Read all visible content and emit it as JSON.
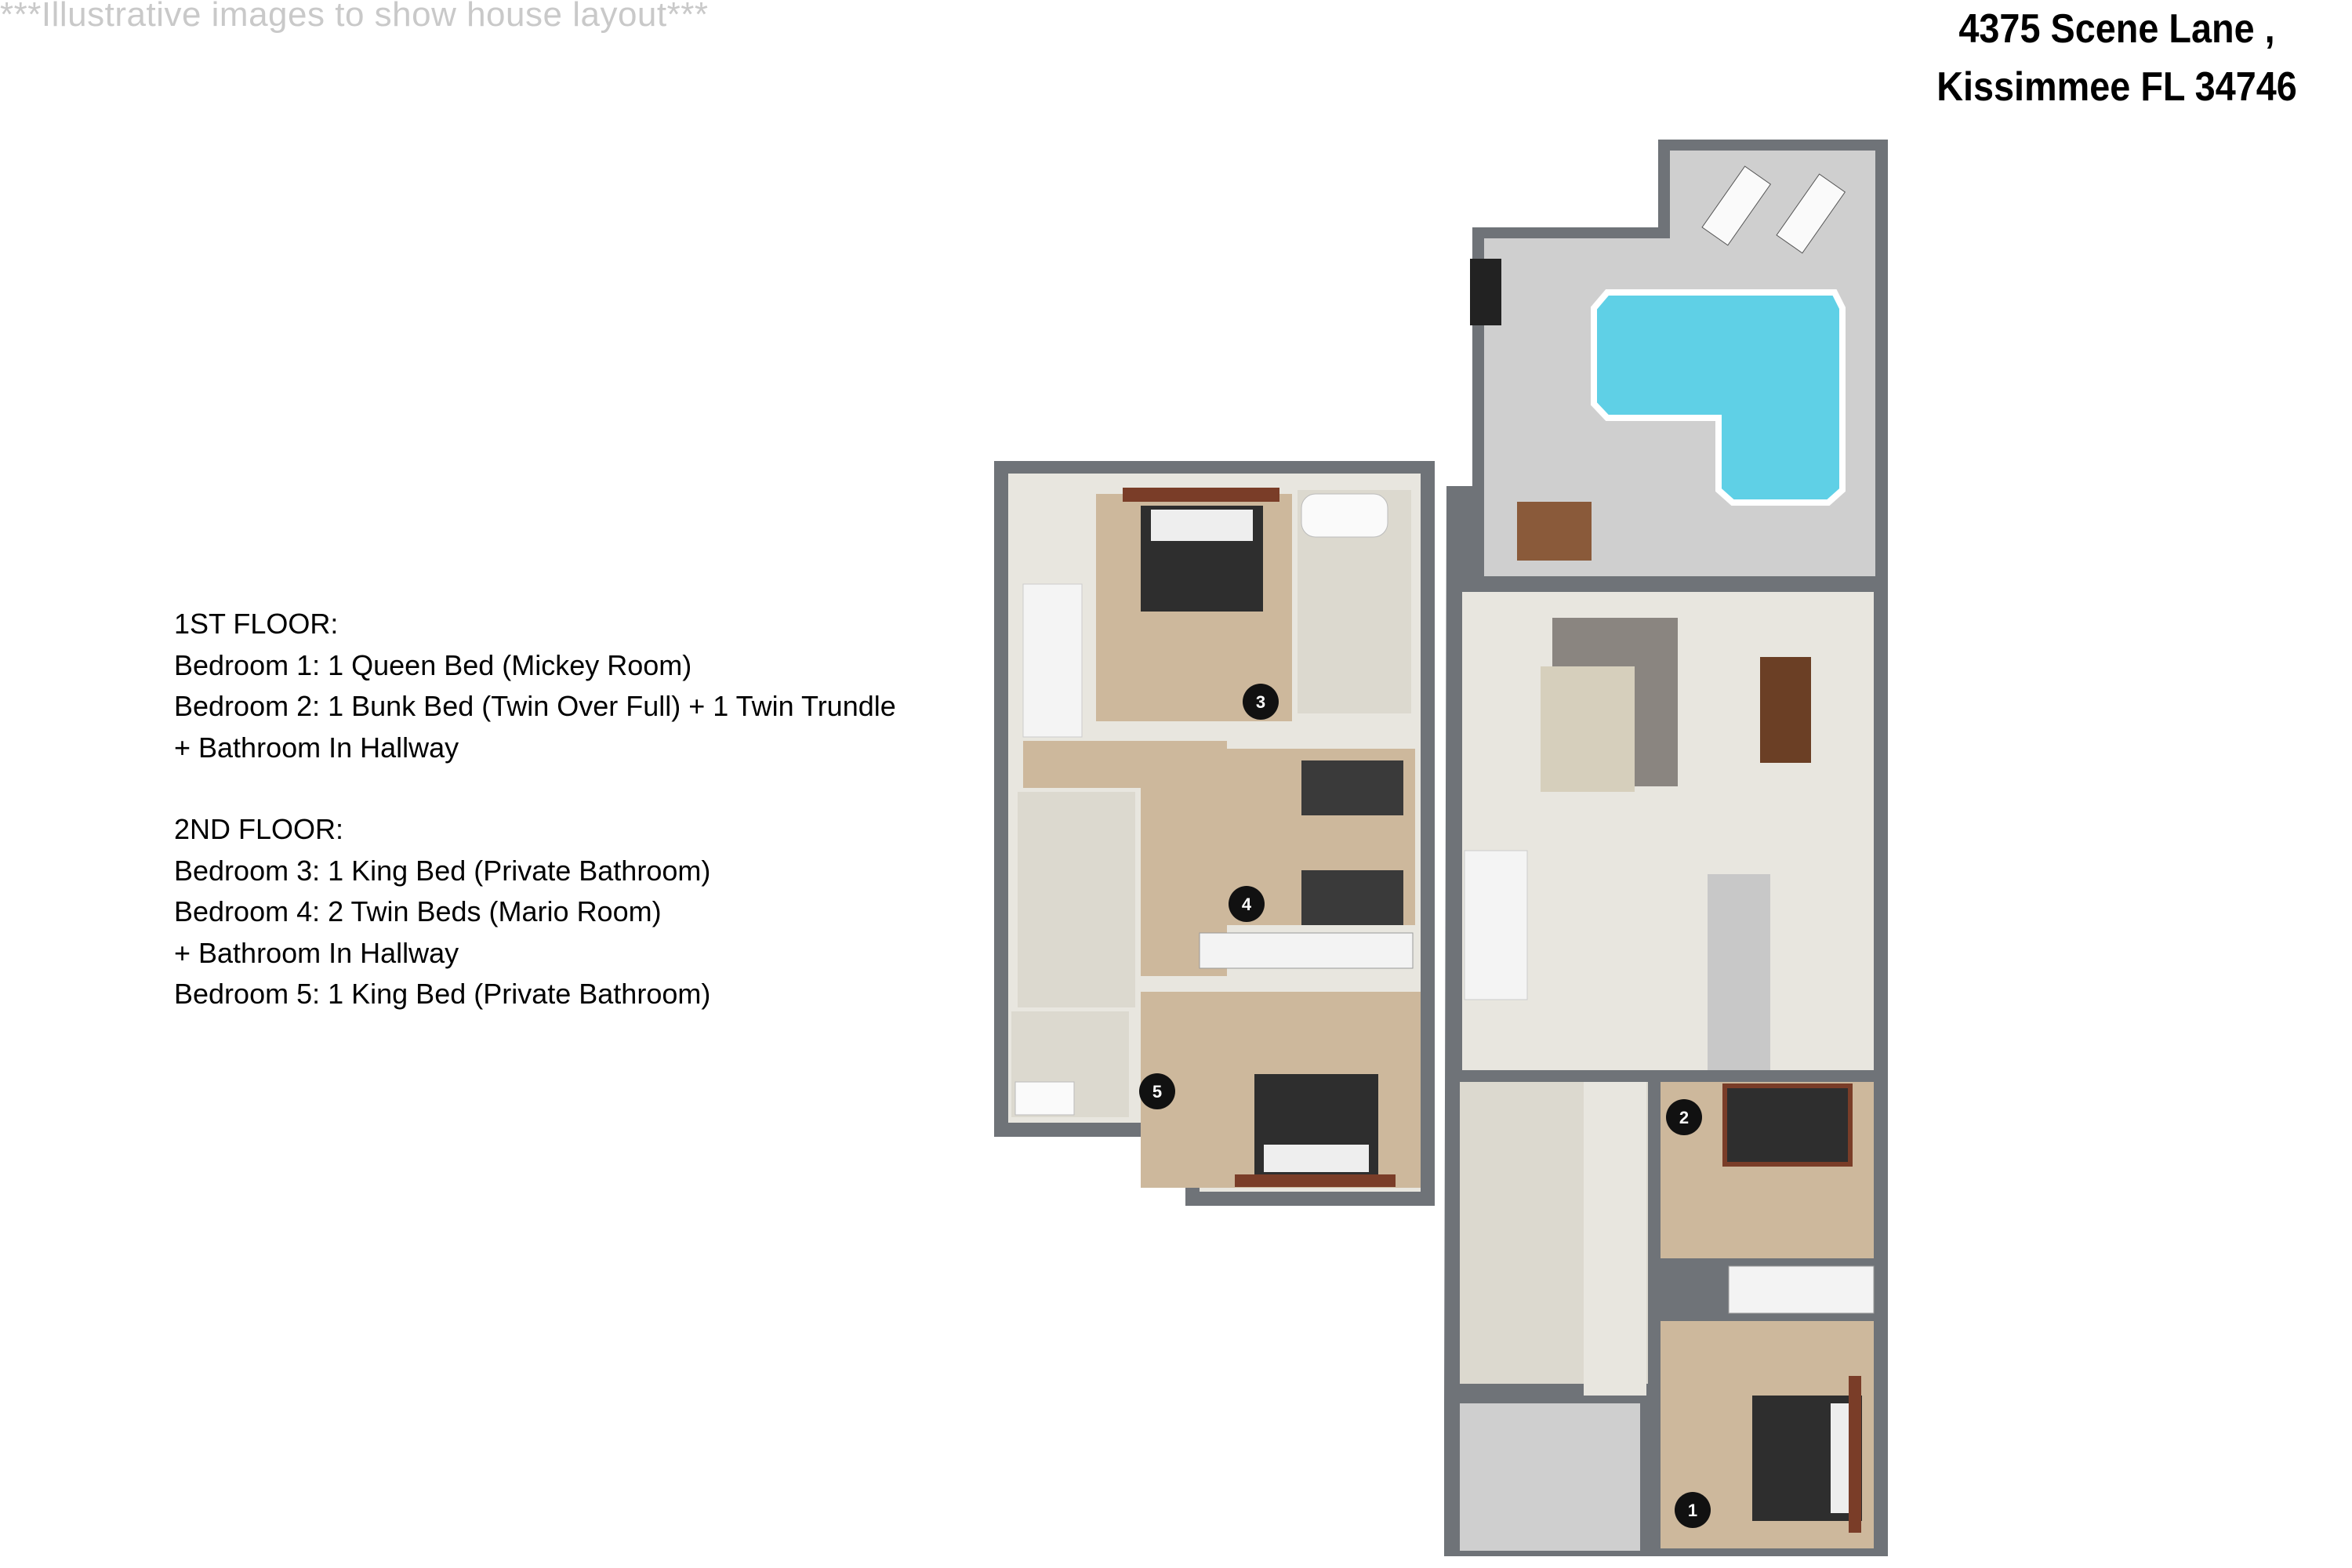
{
  "watermark": "***Illustrative images to show house layout***",
  "address": {
    "line1": "4375 Scene Lane ,",
    "line2": "Kissimmee FL 34746"
  },
  "legend": {
    "first_floor": {
      "heading": "1ST FLOOR:",
      "lines": [
        "Bedroom 1: 1 Queen Bed (Mickey Room)",
        "Bedroom 2: 1 Bunk Bed (Twin Over Full) + 1 Twin Trundle",
        "+ Bathroom In Hallway"
      ]
    },
    "second_floor": {
      "heading": "2ND FLOOR:",
      "lines": [
        "Bedroom 3: 1 King Bed (Private Bathroom)",
        "Bedroom 4: 2 Twin Beds (Mario Room)",
        "+ Bathroom In Hallway",
        "Bedroom 5: 1 King Bed (Private Bathroom)"
      ]
    }
  },
  "plan": {
    "markers": [
      "1",
      "2",
      "3",
      "4",
      "5"
    ],
    "colors": {
      "wall": "#6f7378",
      "carpet": "#cdb89c",
      "tile": "#e8e6df",
      "patio": "#cfcfcf",
      "pool": "#5fd0e6",
      "bed": "#2e2e2e",
      "marker": "#111111"
    }
  }
}
